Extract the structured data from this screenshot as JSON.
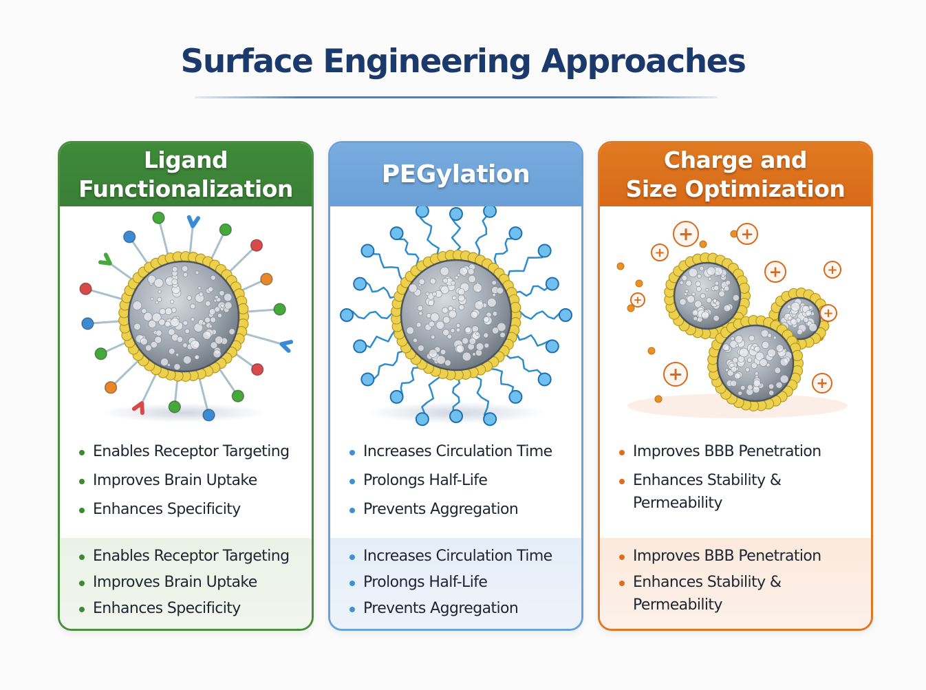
{
  "title": "Surface Engineering Approaches",
  "colors": {
    "title": "#1b3a6b",
    "ligand_accent": "#3f8a3b",
    "peg_accent": "#6aa3da",
    "charge_accent": "#e07823",
    "lipid_shell": "#e8c94a",
    "core": "#9aa3ad"
  },
  "cards": [
    {
      "id": "ligand",
      "header": "Ligand\nFunctionalization",
      "illustration": "nanoparticle-with-ligands-icon",
      "bullets_top": [
        "Enables Receptor Targeting",
        "Improves Brain Uptake",
        "Enhances Specificity"
      ],
      "bullets_bottom": [
        "Enables Receptor Targeting",
        "Improves Brain Uptake",
        "Enhances Specificity"
      ]
    },
    {
      "id": "pegylation",
      "header": "PEGylation",
      "illustration": "pegylated-nanoparticle-icon",
      "bullets_top": [
        "Increases Circulation Time",
        "Prolongs Half-Life",
        "Prevents Aggregation"
      ],
      "bullets_bottom": [
        "Increases Circulation Time",
        "Prolongs Half-Life",
        "Prevents Aggregation"
      ]
    },
    {
      "id": "charge",
      "header": "Charge and\nSize Optimization",
      "illustration": "charged-nanoparticles-icon",
      "bullets_top": [
        "Improves BBB Penetration",
        "Enhances Stability &",
        "Permeability"
      ],
      "bullets_bottom": [
        "Improves BBB Penetration",
        "Enhances Stability &",
        "Permeability"
      ],
      "charge_symbol": "+"
    }
  ]
}
